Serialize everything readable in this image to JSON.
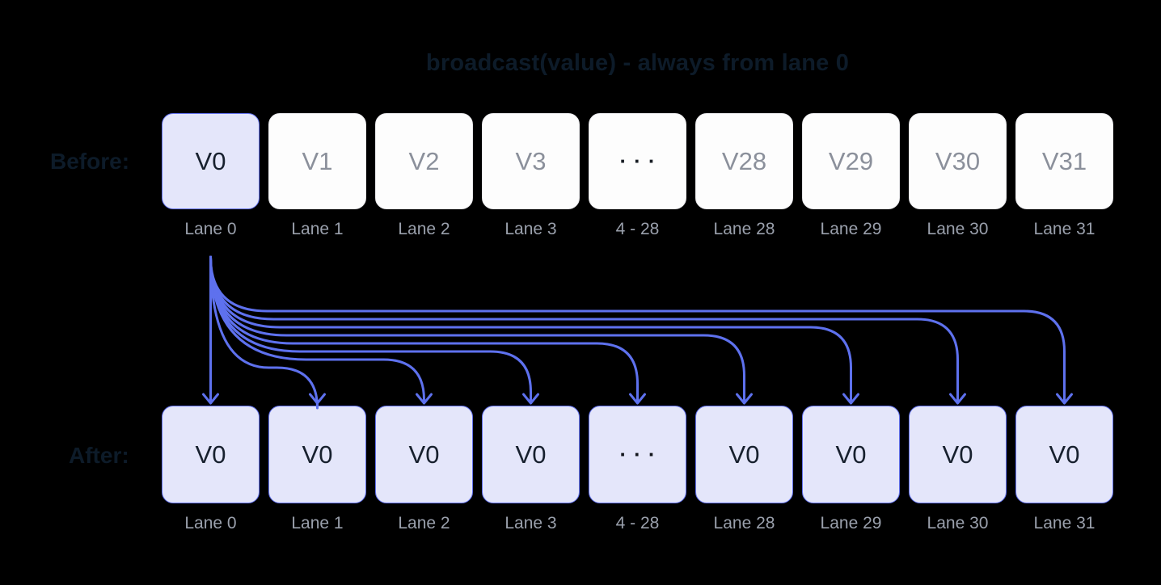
{
  "title": "broadcast(value) - always from lane 0",
  "colors": {
    "background": "#000000",
    "accent_blue": "#5e71ee",
    "box_highlight_fill": "#e4e6fa",
    "box_highlight_border": "#6372ee",
    "box_plain_fill": "#fdfdfd",
    "box_plain_border": "#e7e7ea",
    "dark_text": "#0d1b29",
    "value_dark": "#17202e",
    "value_gray": "#8b909b",
    "lane_label_gray": "#9aa0ac"
  },
  "before": {
    "label": "Before:",
    "lanes": [
      {
        "value": "V0",
        "lane": "Lane 0",
        "highlight": true,
        "ellipsis": false
      },
      {
        "value": "V1",
        "lane": "Lane 1",
        "highlight": false,
        "ellipsis": false
      },
      {
        "value": "V2",
        "lane": "Lane 2",
        "highlight": false,
        "ellipsis": false
      },
      {
        "value": "V3",
        "lane": "Lane 3",
        "highlight": false,
        "ellipsis": false
      },
      {
        "value": "···",
        "lane": "4 - 28",
        "highlight": false,
        "ellipsis": true
      },
      {
        "value": "V28",
        "lane": "Lane 28",
        "highlight": false,
        "ellipsis": false
      },
      {
        "value": "V29",
        "lane": "Lane 29",
        "highlight": false,
        "ellipsis": false
      },
      {
        "value": "V30",
        "lane": "Lane 30",
        "highlight": false,
        "ellipsis": false
      },
      {
        "value": "V31",
        "lane": "Lane 31",
        "highlight": false,
        "ellipsis": false
      }
    ]
  },
  "after": {
    "label": "After:",
    "lanes": [
      {
        "value": "V0",
        "lane": "Lane 0",
        "highlight": true,
        "ellipsis": false
      },
      {
        "value": "V0",
        "lane": "Lane 1",
        "highlight": true,
        "ellipsis": false
      },
      {
        "value": "V0",
        "lane": "Lane 2",
        "highlight": true,
        "ellipsis": false
      },
      {
        "value": "V0",
        "lane": "Lane 3",
        "highlight": true,
        "ellipsis": false
      },
      {
        "value": "···",
        "lane": "4 - 28",
        "highlight": true,
        "ellipsis": true
      },
      {
        "value": "V0",
        "lane": "Lane 28",
        "highlight": true,
        "ellipsis": false
      },
      {
        "value": "V0",
        "lane": "Lane 29",
        "highlight": true,
        "ellipsis": false
      },
      {
        "value": "V0",
        "lane": "Lane 30",
        "highlight": true,
        "ellipsis": false
      },
      {
        "value": "V0",
        "lane": "Lane 31",
        "highlight": true,
        "ellipsis": false
      }
    ]
  },
  "arrows": {
    "from_lane": "Lane 0",
    "to_lanes": [
      "Lane 0",
      "Lane 1",
      "Lane 2",
      "Lane 3",
      "4 - 28",
      "Lane 28",
      "Lane 29",
      "Lane 30",
      "Lane 31"
    ]
  }
}
